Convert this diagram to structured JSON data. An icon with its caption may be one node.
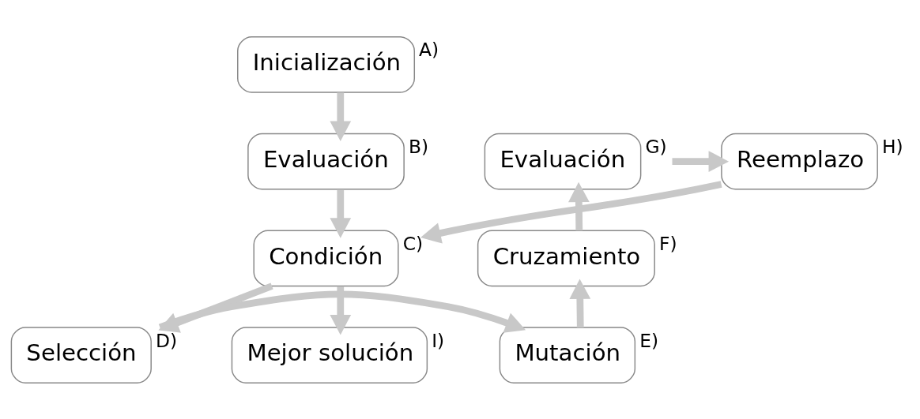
{
  "diagram": {
    "nodes": [
      {
        "text": [
          "Inicialización"
        ],
        "beside": [
          "A)"
        ]
      },
      {
        "text": [
          "Evaluación"
        ],
        "beside": [
          "B)"
        ]
      },
      {
        "text": [
          "Reemplazo"
        ],
        "beside": [
          "H)"
        ]
      },
      {
        "text": [
          "Evaluación"
        ],
        "beside": [
          "G)"
        ]
      },
      {
        "text": [
          "Condición"
        ],
        "beside": [
          "C)"
        ]
      },
      {
        "text": [
          "Cruzamiento"
        ],
        "beside": [
          "F)"
        ]
      },
      {
        "text": [
          "Mejor solución"
        ],
        "beside": [
          "I)"
        ]
      },
      {
        "text": [
          "Selección"
        ],
        "beside": [
          "D)"
        ]
      },
      {
        "text": [
          "Mutación"
        ],
        "beside": [
          "E)"
        ]
      }
    ],
    "edges": [
      {
        "from": 0,
        "to": 1,
        "arrow": "to"
      },
      {
        "from": 1,
        "to": 4,
        "arrow": "to"
      },
      {
        "from": 2,
        "to": 4,
        "arrow": "to"
      },
      {
        "from": 4,
        "to": 6,
        "arrow": "to"
      },
      {
        "from": 4,
        "to": 7,
        "arrow": "to"
      },
      {
        "from": 7,
        "to": 8,
        "arrow": "to"
      },
      {
        "from": 8,
        "to": 5,
        "arrow": "to"
      },
      {
        "from": 5,
        "to": 3,
        "arrow": "to"
      },
      {
        "from": 3,
        "to": 2,
        "arrow": "to"
      }
    ]
  }
}
